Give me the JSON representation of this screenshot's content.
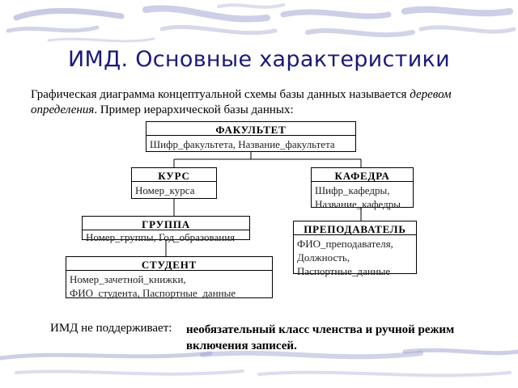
{
  "slide": {
    "title": "ИМД. Основные характеристики",
    "intro_part1": "Графическая диаграмма концептуальной схемы базы данных называется ",
    "intro_emph": "деревом определения",
    "intro_part2": ". Пример иерархической базы данных:",
    "note_label": "ИМД не поддерживает:",
    "note_text": "необязательный класс членства и ручной режим включения записей."
  },
  "diagram": {
    "faculty": {
      "name": "ФАКУЛЬТЕТ",
      "fields": [
        "Шифр_факультета, Название_факультета"
      ]
    },
    "course": {
      "name": "КУРС",
      "fields": [
        "Номер_курса"
      ]
    },
    "department": {
      "name": "КАФЕДРА",
      "fields": [
        "Шифр_кафедры,",
        "Название_кафедры"
      ]
    },
    "group": {
      "name": "ГРУППА",
      "fields": [
        "Номер_группы, Год_образования"
      ]
    },
    "teacher": {
      "name": "ПРЕПОДАВАТЕЛЬ",
      "fields": [
        "ФИО_преподавателя,",
        "Должность,",
        "Паспортные_данные"
      ]
    },
    "student": {
      "name": "СТУДЕНТ",
      "fields": [
        "Номер_зачетной_книжки,",
        "ФИО_студента, Паспортные_данные"
      ]
    }
  }
}
